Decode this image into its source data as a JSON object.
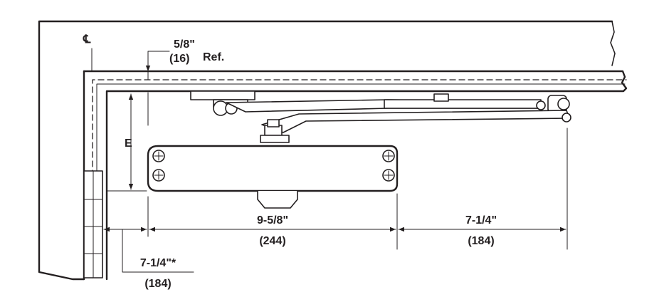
{
  "labels": {
    "centerline": "℄",
    "ref_fraction": "5/8\"",
    "ref_word": "Ref.",
    "ref_mm": "(16)",
    "e_dim": "E",
    "body_fraction": "9-5/8\"",
    "body_mm": "(244)",
    "arm_fraction": "7-1/4\"",
    "arm_mm": "(184)",
    "hinge_fraction": "7-1/4\"*",
    "hinge_mm": "(184)"
  },
  "colors": {
    "line": "#231f20",
    "background": "#ffffff"
  }
}
